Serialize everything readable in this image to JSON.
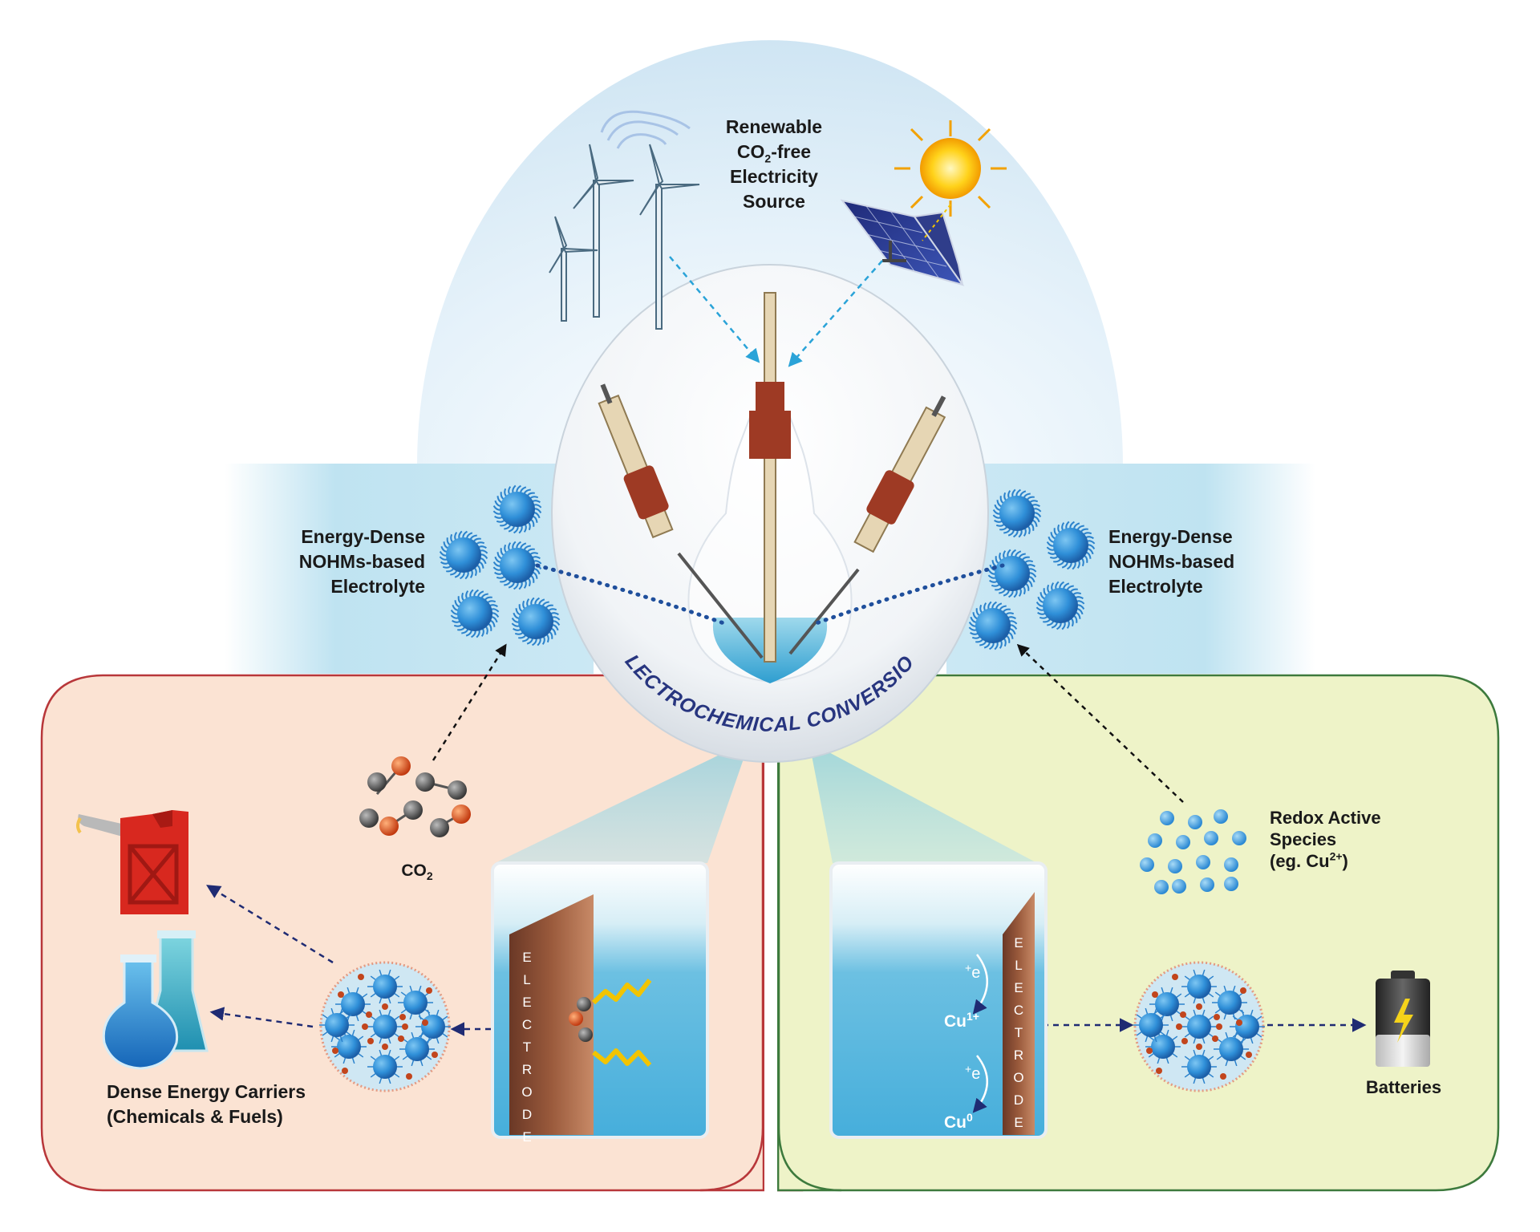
{
  "colors": {
    "particle_blue": "#2f8fd8",
    "particle_dark": "#1c5fa8",
    "panel_left_fill": "#fbe3d3",
    "panel_left_border": "#b8373a",
    "panel_right_fill": "#eef3c8",
    "panel_right_border": "#3d7a3d",
    "sky": "#d6eaf6",
    "arc_text": "#27357f",
    "arrow_navy": "#1f2b73",
    "arrow_cyan": "#2aa3d8",
    "electrode": "#8a4d34",
    "cap_red": "#9e3a24",
    "jerrycan_red": "#d8281f",
    "battery_bolt": "#f5d31a"
  },
  "icons": [
    "wind-turbine-icon",
    "wind-swirl-icon",
    "sun-icon",
    "solar-panel-icon",
    "jerrycan-icon",
    "flask-icon",
    "battery-icon",
    "co2-molecule-icon"
  ],
  "labels": {
    "source_line1": "Renewable",
    "source_line2_pre": "CO",
    "source_line2_sub": "2",
    "source_line2_post": "-free",
    "source_line3": "Electricity",
    "source_line4": "Source",
    "electrolyte_left_1": "Energy-Dense",
    "electrolyte_left_2": "NOHMs-based",
    "electrolyte_left_3": "Electrolyte",
    "electrolyte_right_1": "Energy-Dense",
    "electrolyte_right_2": "NOHMs-based",
    "electrolyte_right_3": "Electrolyte",
    "center_arc": "ELECTROCHEMICAL CONVERSION",
    "co2_pre": "CO",
    "co2_sub": "2",
    "carriers_1": "Dense Energy Carriers",
    "carriers_2": "(Chemicals & Fuels)",
    "redox_1": "Redox Active",
    "redox_2": "Species",
    "redox_3_pre": "(eg. Cu",
    "redox_3_sup": "2+",
    "redox_3_post": ")",
    "batteries": "Batteries",
    "cu1_pre": "Cu",
    "cu1_sup": "1+",
    "cu0_pre": "Cu",
    "cu0_sup": "0",
    "electron_sup": "+",
    "electron": "e",
    "electrode_letters_left": [
      "E",
      "L",
      "E",
      "C",
      "T",
      "R",
      "O",
      "D",
      "E"
    ],
    "electrode_letters_right": [
      "E",
      "L",
      "E",
      "C",
      "T",
      "R",
      "O",
      "D",
      "E"
    ]
  }
}
